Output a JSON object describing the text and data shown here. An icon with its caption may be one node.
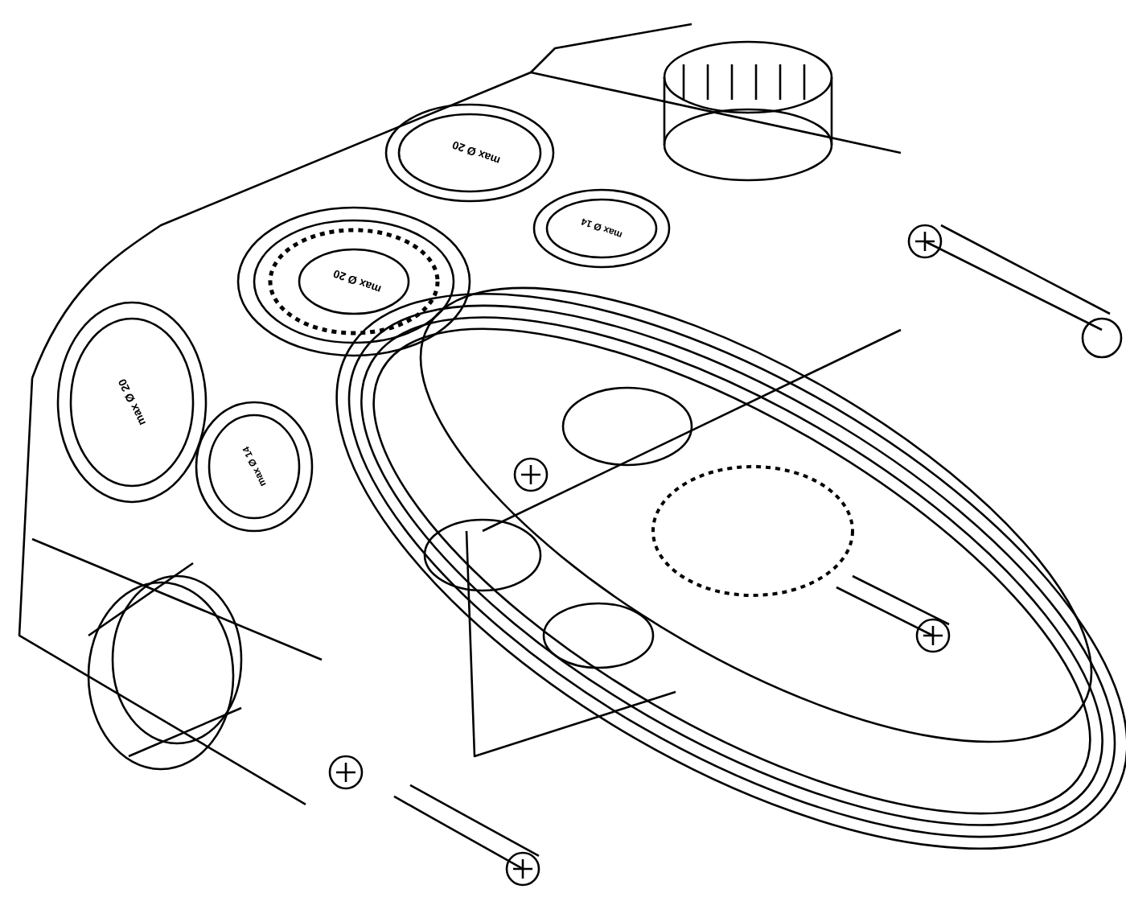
{
  "diagram": {
    "labels": [
      "max Ø 20",
      "max Ø 20",
      "max Ø 14",
      "max Ø 20",
      "max Ø 14"
    ]
  }
}
